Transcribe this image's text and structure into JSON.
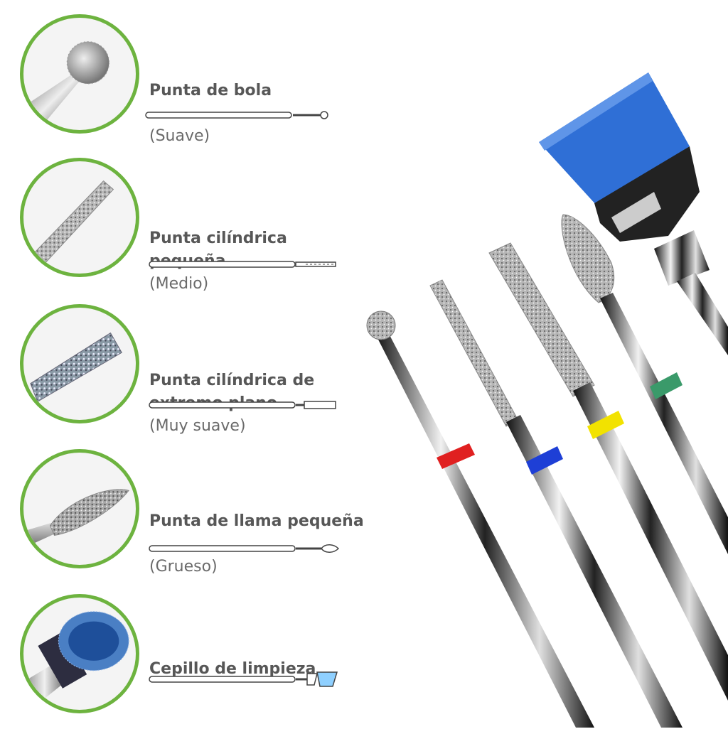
{
  "colors": {
    "circle_border": "#6db33f",
    "text": "#575757",
    "red": "#e02020",
    "blue": "#1e3fd6",
    "yellow": "#f2e200",
    "green": "#3a9a6a",
    "brush": "#2f6fd6"
  },
  "items": [
    {
      "title": "Punta de bola",
      "subtitle": "(Suave)",
      "icon": "ball-bit-icon"
    },
    {
      "title": "Punta cilíndrica\npequeña",
      "subtitle": "(Medio)",
      "icon": "small-cylinder-bit-icon"
    },
    {
      "title": "Punta cilíndrica de\nextremo plano",
      "subtitle": "(Muy suave)",
      "icon": "flat-end-cylinder-bit-icon"
    },
    {
      "title": "Punta de llama pequeña",
      "subtitle": "(Grueso)",
      "icon": "flame-bit-icon"
    },
    {
      "title": "Cepillo de limpieza",
      "subtitle": "",
      "icon": "cleaning-brush-icon"
    }
  ]
}
